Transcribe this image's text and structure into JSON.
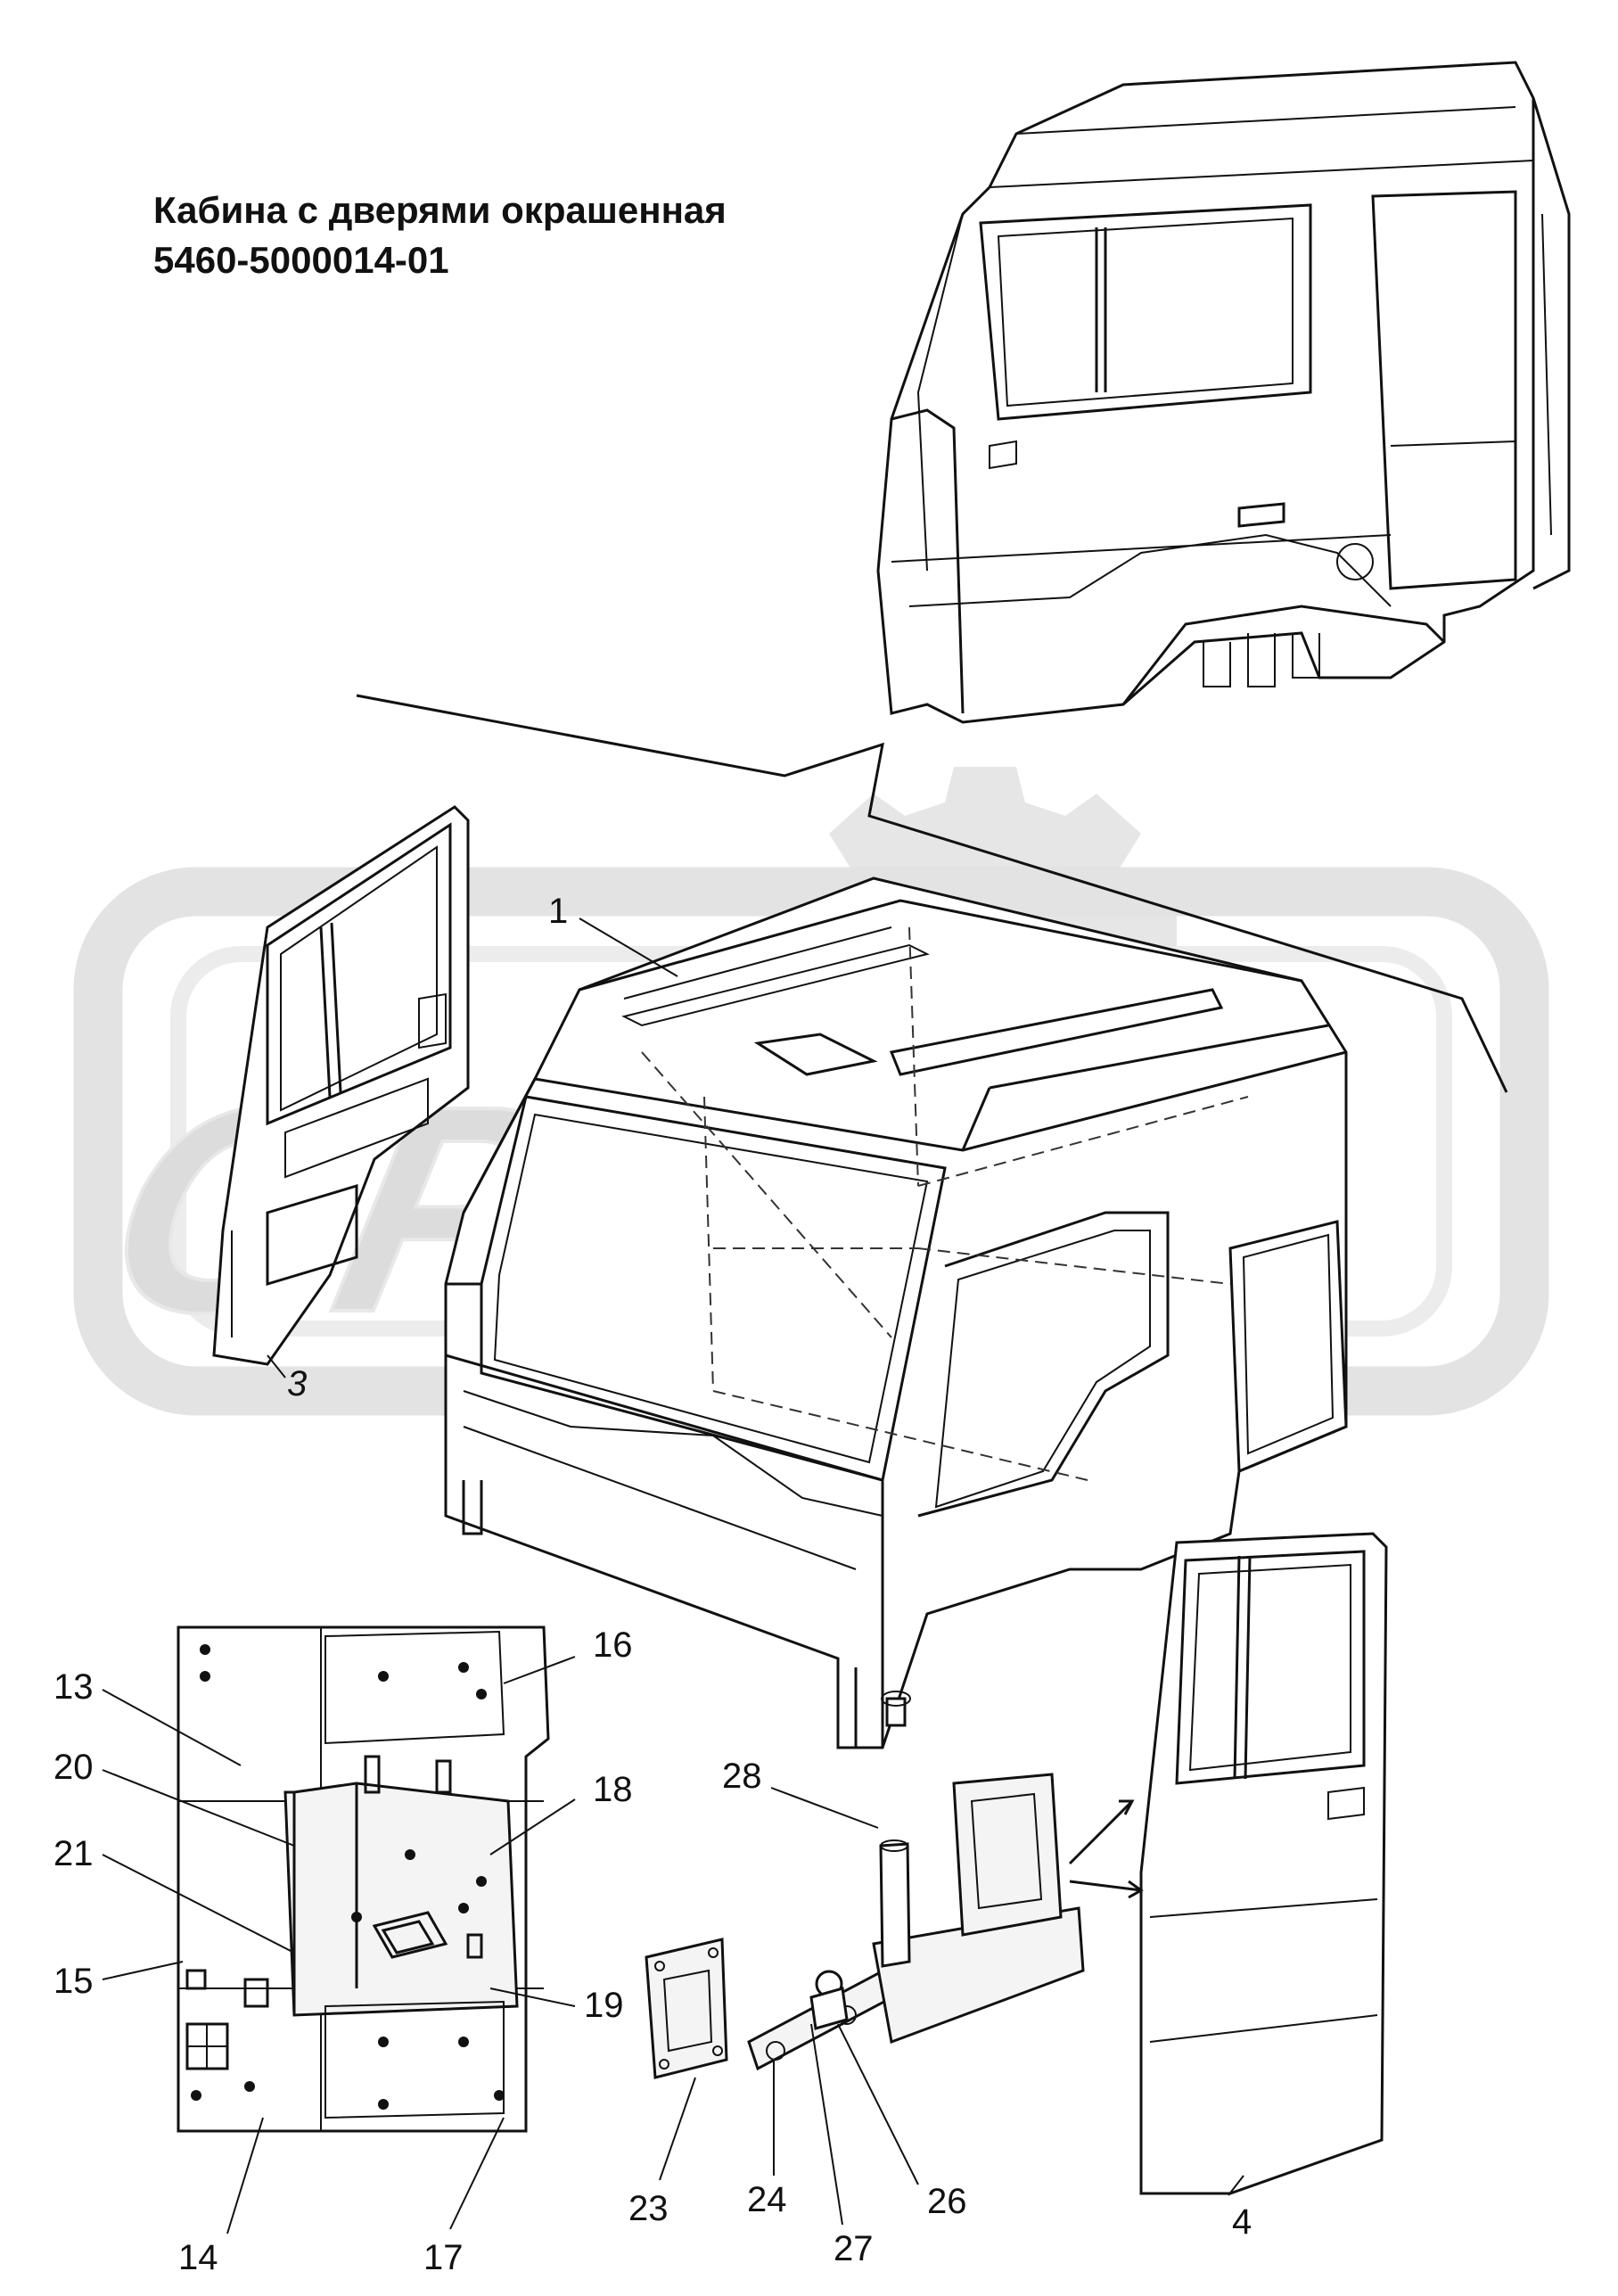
{
  "title": {
    "line1": "Кабина с дверями окрашенная",
    "line2": "5460-5000014-01"
  },
  "watermark": {
    "text": "OPEX",
    "color": "#dedede"
  },
  "callouts": [
    {
      "id": "1",
      "label": "1"
    },
    {
      "id": "3",
      "label": "3"
    },
    {
      "id": "4",
      "label": "4"
    },
    {
      "id": "13",
      "label": "13"
    },
    {
      "id": "14",
      "label": "14"
    },
    {
      "id": "15",
      "label": "15"
    },
    {
      "id": "16",
      "label": "16"
    },
    {
      "id": "17",
      "label": "17"
    },
    {
      "id": "18",
      "label": "18"
    },
    {
      "id": "19",
      "label": "19"
    },
    {
      "id": "20",
      "label": "20"
    },
    {
      "id": "21",
      "label": "21"
    },
    {
      "id": "23",
      "label": "23"
    },
    {
      "id": "24",
      "label": "24"
    },
    {
      "id": "26",
      "label": "26"
    },
    {
      "id": "27",
      "label": "27"
    },
    {
      "id": "28",
      "label": "28"
    }
  ]
}
